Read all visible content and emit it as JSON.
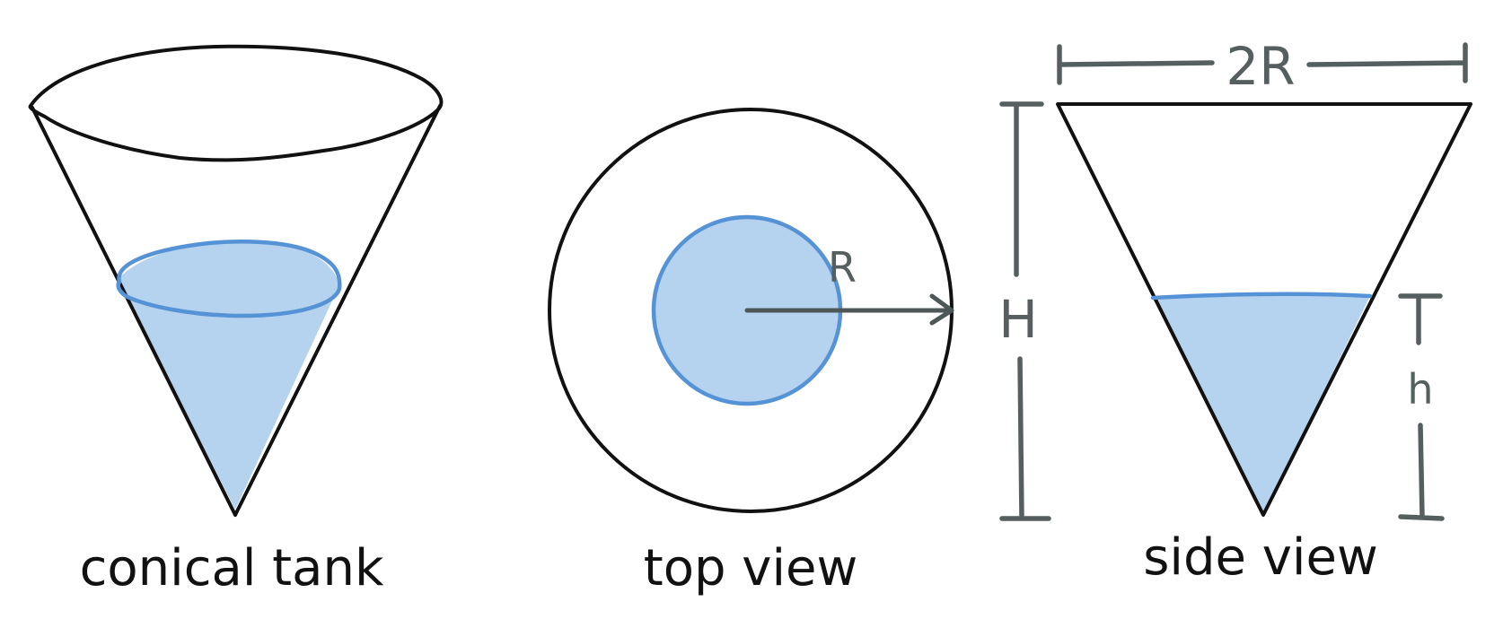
{
  "colors": {
    "water_fill": "#b5d2ee",
    "water_edge": "#5593d6",
    "outline": "#111111",
    "dimension": "#565f5f"
  },
  "panels": {
    "conical_tank": {
      "caption": "conical tank"
    },
    "top_view": {
      "caption": "top view",
      "radius_label": "R"
    },
    "side_view": {
      "caption": "side view",
      "diameter_label": "2R",
      "height_label": "H",
      "water_height_label": "h"
    }
  }
}
